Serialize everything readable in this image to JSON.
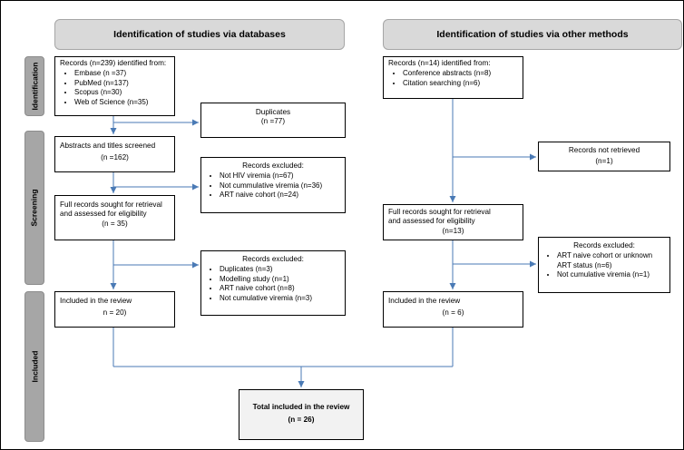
{
  "headers": {
    "databases": "Identification of studies via databases",
    "other": "Identification of studies via other methods"
  },
  "phases": {
    "identification": "Identification",
    "screening": "Screening",
    "included": "Included"
  },
  "db": {
    "records": {
      "title": "Records (n=239) identified from:",
      "items": [
        "Embase (n =37)",
        "PubMed (n=137)",
        "Scopus (n=30)",
        "Web of Science (n=35)"
      ]
    },
    "duplicates": {
      "line1": "Duplicates",
      "line2": "(n =77)"
    },
    "screened": {
      "line1": "Abstracts and titles screened",
      "line2": "(n =162)"
    },
    "excluded1": {
      "title": "Records excluded:",
      "items": [
        "Not HIV viremia (n=67)",
        "Not cummulative viremia (n=36)",
        "ART naive cohort (n=24)"
      ]
    },
    "full": {
      "line1": "Full records sought for retrieval",
      "line2": "and assessed for eligibility",
      "line3": "(n = 35)"
    },
    "excluded2": {
      "title": "Records excluded:",
      "items": [
        "Duplicates (n=3)",
        "Modelling study (n=1)",
        "ART naive cohort (n=8)",
        "Not cumulative viremia (n=3)"
      ]
    },
    "included": {
      "line1": "Included in the review",
      "line2": "n = 20)"
    }
  },
  "other": {
    "records": {
      "title": "Records (n=14) identified from:",
      "items": [
        "Conference abstracts (n=8)",
        "Citation searching (n=6)"
      ]
    },
    "not_retrieved": {
      "line1": "Records not retrieved",
      "line2": "(n=1)"
    },
    "full": {
      "line1": "Full records sought for retrieval",
      "line2": "and assessed for eligibility",
      "line3": "(n=13)"
    },
    "excluded": {
      "title": "Records excluded:",
      "items": [
        "ART naive cohort or unknown ART status (n=6)",
        "Not cumulative viremia (n=1)"
      ]
    },
    "included": {
      "line1": "Included in the review",
      "line2": "(n = 6)"
    }
  },
  "total": {
    "line1": "Total included in the review",
    "line2": "(n = 26)"
  },
  "colors": {
    "arrow": "#4a7ab5",
    "header_bg": "#d9d9d9",
    "side_bg": "#a6a6a6"
  }
}
